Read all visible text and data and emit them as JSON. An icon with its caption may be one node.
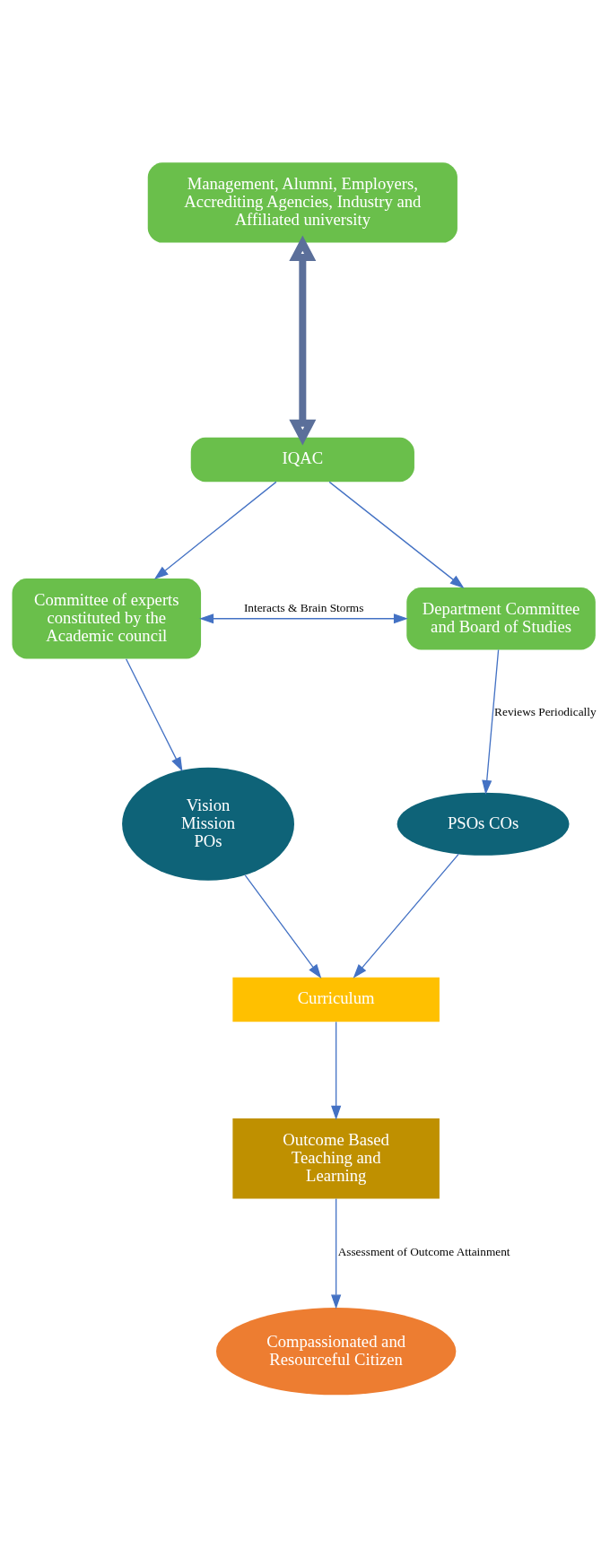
{
  "diagram": {
    "nodes": [
      {
        "text": [
          "Management, Alumni, Employers, Accrediting Agencies, Industry and Affiliated university"
        ]
      },
      {
        "text": [
          "IQAC"
        ]
      },
      {
        "text": [
          "Committee of experts constituted by the Academic council"
        ]
      },
      {
        "text": [
          "Department Committee and Board of Studies"
        ]
      },
      {
        "text": [
          "Vision Mission POs"
        ]
      },
      {
        "text": [
          "PSOs COs"
        ]
      },
      {
        "text": [
          "Curriculum"
        ]
      },
      {
        "text": [
          "Outcome Based Teaching and Learning"
        ]
      },
      {
        "text": [
          "Compassionated and Resourceful Citizen"
        ]
      }
    ],
    "edges": [
      {
        "from": 0,
        "to": 1,
        "arrow": "both",
        "style": "thick",
        "color": "#5b6f9a"
      },
      {
        "from": 1,
        "to": 2,
        "arrow": "to"
      },
      {
        "from": 1,
        "to": 3,
        "arrow": "to"
      },
      {
        "from": 2,
        "to": 3,
        "arrow": "both",
        "label": "Interacts & Brain Storms"
      },
      {
        "from": 2,
        "to": 4,
        "arrow": "to"
      },
      {
        "from": 3,
        "to": 5,
        "arrow": "to",
        "label": "Reviews Periodically"
      },
      {
        "from": 4,
        "to": 6,
        "arrow": "to"
      },
      {
        "from": 5,
        "to": 6,
        "arrow": "to"
      },
      {
        "from": 6,
        "to": 7,
        "arrow": "to"
      },
      {
        "from": 7,
        "to": 8,
        "arrow": "to",
        "label": "Assessment of Outcome Attainment"
      }
    ]
  }
}
